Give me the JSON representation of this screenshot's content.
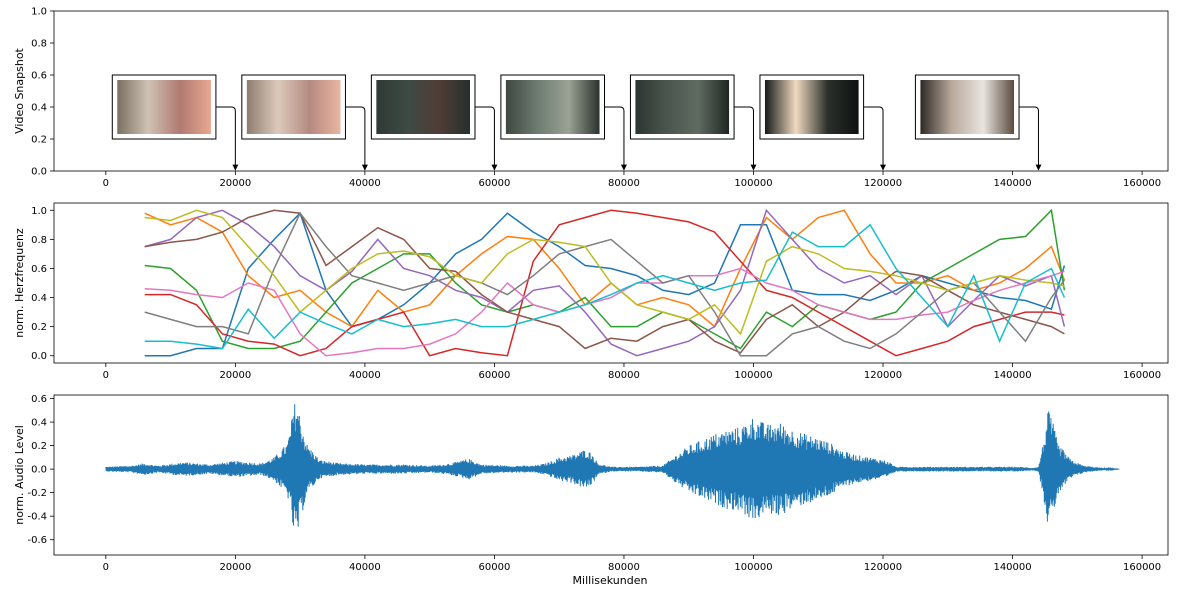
{
  "figure": {
    "xaxis_label": "Millisekunden"
  },
  "chart_data": [
    {
      "type": "timeline",
      "ylabel": "Video Snapshot",
      "xlim": [
        -8000,
        164000
      ],
      "ylim": [
        0,
        1.0
      ],
      "xticks": [
        0,
        20000,
        40000,
        60000,
        80000,
        100000,
        120000,
        140000,
        160000
      ],
      "yticks": [
        0.0,
        0.2,
        0.4,
        0.6,
        0.8,
        1.0
      ],
      "snapshots": [
        {
          "x0": 1000,
          "x1": 17000,
          "arrow_x": 20000,
          "palette": [
            "#7a7060",
            "#cfc2b4",
            "#b07a70",
            "#e8a890"
          ]
        },
        {
          "x0": 21000,
          "x1": 37000,
          "arrow_x": 40000,
          "palette": [
            "#8d7c70",
            "#dcc9bb",
            "#b58a80",
            "#e9b5a0"
          ]
        },
        {
          "x0": 41000,
          "x1": 57000,
          "arrow_x": 60000,
          "palette": [
            "#2f3a36",
            "#3d4a44",
            "#503c36",
            "#24302c"
          ]
        },
        {
          "x0": 61000,
          "x1": 77000,
          "arrow_x": 80000,
          "palette": [
            "#3e4840",
            "#6d7b70",
            "#9aa294",
            "#2a332e"
          ]
        },
        {
          "x0": 81000,
          "x1": 97000,
          "arrow_x": 100000,
          "palette": [
            "#2c3530",
            "#4a554d",
            "#5f6a60",
            "#1f2723"
          ]
        },
        {
          "x0": 101000,
          "x1": 117000,
          "arrow_x": 120000,
          "palette": [
            "#151a18",
            "#f0d9c0",
            "#2a2f2b",
            "#0d1110"
          ]
        },
        {
          "x0": 125000,
          "x1": 141000,
          "arrow_x": 144000,
          "palette": [
            "#2e2a26",
            "#b8a89a",
            "#e8e4e0",
            "#5a4a3e"
          ]
        }
      ]
    },
    {
      "type": "line",
      "ylabel": "norm. Herzfrequenz",
      "xlim": [
        -8000,
        164000
      ],
      "ylim": [
        -0.05,
        1.05
      ],
      "xticks": [
        0,
        20000,
        40000,
        60000,
        80000,
        100000,
        120000,
        140000,
        160000
      ],
      "yticks": [
        0.0,
        0.2,
        0.4,
        0.6,
        0.8,
        1.0
      ],
      "x": [
        6000,
        10000,
        14000,
        18000,
        22000,
        26000,
        30000,
        34000,
        38000,
        42000,
        46000,
        50000,
        54000,
        58000,
        62000,
        66000,
        70000,
        74000,
        78000,
        82000,
        86000,
        90000,
        94000,
        98000,
        102000,
        106000,
        110000,
        114000,
        118000,
        122000,
        126000,
        130000,
        134000,
        138000,
        142000,
        146000,
        148000
      ],
      "series": [
        {
          "color": "#1f77b4",
          "values": [
            0.0,
            0.0,
            0.05,
            0.05,
            0.6,
            0.8,
            0.98,
            0.45,
            0.2,
            0.25,
            0.35,
            0.5,
            0.7,
            0.8,
            0.98,
            0.85,
            0.75,
            0.62,
            0.6,
            0.55,
            0.45,
            0.42,
            0.5,
            0.9,
            0.9,
            0.45,
            0.42,
            0.42,
            0.38,
            0.45,
            0.55,
            0.5,
            0.45,
            0.4,
            0.38,
            0.32,
            0.62
          ]
        },
        {
          "color": "#ff7f0e",
          "values": [
            0.98,
            0.9,
            0.95,
            0.85,
            0.55,
            0.4,
            0.45,
            0.3,
            0.2,
            0.45,
            0.3,
            0.35,
            0.55,
            0.7,
            0.82,
            0.8,
            0.6,
            0.35,
            0.5,
            0.35,
            0.4,
            0.35,
            0.2,
            0.6,
            0.95,
            0.8,
            0.95,
            1.0,
            0.7,
            0.5,
            0.5,
            0.55,
            0.45,
            0.5,
            0.6,
            0.75,
            0.52
          ]
        },
        {
          "color": "#2ca02c",
          "values": [
            0.62,
            0.6,
            0.45,
            0.1,
            0.05,
            0.05,
            0.1,
            0.3,
            0.5,
            0.6,
            0.7,
            0.7,
            0.5,
            0.35,
            0.3,
            0.35,
            0.3,
            0.4,
            0.2,
            0.2,
            0.3,
            0.25,
            0.15,
            0.05,
            0.3,
            0.2,
            0.35,
            0.3,
            0.25,
            0.3,
            0.5,
            0.6,
            0.7,
            0.8,
            0.82,
            1.0,
            0.45
          ]
        },
        {
          "color": "#d62728",
          "values": [
            0.42,
            0.42,
            0.35,
            0.15,
            0.1,
            0.08,
            0.0,
            0.05,
            0.2,
            0.25,
            0.3,
            0.0,
            0.05,
            0.02,
            0.0,
            0.65,
            0.9,
            0.95,
            1.0,
            0.98,
            0.95,
            0.92,
            0.85,
            0.65,
            0.45,
            0.4,
            0.3,
            0.2,
            0.1,
            0.0,
            0.05,
            0.1,
            0.2,
            0.25,
            0.3,
            0.3,
            0.28
          ]
        },
        {
          "color": "#9467bd",
          "values": [
            0.75,
            0.8,
            0.95,
            1.0,
            0.9,
            0.75,
            0.55,
            0.45,
            0.58,
            0.8,
            0.6,
            0.55,
            0.45,
            0.4,
            0.3,
            0.45,
            0.48,
            0.3,
            0.08,
            0.0,
            0.05,
            0.1,
            0.2,
            0.45,
            1.0,
            0.8,
            0.6,
            0.5,
            0.55,
            0.42,
            0.55,
            0.2,
            0.38,
            0.55,
            0.48,
            0.55,
            0.2
          ]
        },
        {
          "color": "#8c564b",
          "values": [
            0.75,
            0.78,
            0.8,
            0.85,
            0.95,
            1.0,
            0.98,
            0.62,
            0.75,
            0.88,
            0.8,
            0.6,
            0.58,
            0.42,
            0.3,
            0.25,
            0.2,
            0.05,
            0.12,
            0.1,
            0.2,
            0.25,
            0.1,
            0.02,
            0.25,
            0.35,
            0.2,
            0.3,
            0.45,
            0.58,
            0.55,
            0.45,
            0.35,
            0.3,
            0.25,
            0.2,
            0.15
          ]
        },
        {
          "color": "#e377c2",
          "values": [
            0.46,
            0.45,
            0.42,
            0.4,
            0.5,
            0.45,
            0.15,
            0.0,
            0.02,
            0.05,
            0.05,
            0.08,
            0.15,
            0.3,
            0.5,
            0.35,
            0.3,
            0.35,
            0.4,
            0.5,
            0.5,
            0.55,
            0.55,
            0.6,
            0.5,
            0.45,
            0.35,
            0.3,
            0.25,
            0.25,
            0.28,
            0.3,
            0.38,
            0.45,
            0.5,
            0.55,
            0.58
          ]
        },
        {
          "color": "#7f7f7f",
          "values": [
            0.3,
            0.25,
            0.2,
            0.2,
            0.15,
            0.6,
            0.98,
            0.75,
            0.55,
            0.5,
            0.45,
            0.5,
            0.55,
            0.5,
            0.42,
            0.55,
            0.7,
            0.75,
            0.8,
            0.65,
            0.5,
            0.55,
            0.3,
            0.0,
            0.0,
            0.15,
            0.2,
            0.1,
            0.05,
            0.15,
            0.3,
            0.45,
            0.5,
            0.3,
            0.1,
            0.4,
            0.52
          ]
        },
        {
          "color": "#bcbd22",
          "values": [
            0.95,
            0.93,
            1.0,
            0.95,
            0.75,
            0.55,
            0.3,
            0.45,
            0.6,
            0.7,
            0.72,
            0.68,
            0.55,
            0.5,
            0.7,
            0.8,
            0.78,
            0.75,
            0.5,
            0.35,
            0.3,
            0.25,
            0.35,
            0.15,
            0.65,
            0.75,
            0.7,
            0.6,
            0.58,
            0.55,
            0.5,
            0.45,
            0.5,
            0.55,
            0.52,
            0.5,
            0.48
          ]
        },
        {
          "color": "#17becf",
          "values": [
            0.1,
            0.1,
            0.08,
            0.05,
            0.32,
            0.12,
            0.3,
            0.22,
            0.15,
            0.25,
            0.2,
            0.22,
            0.25,
            0.2,
            0.2,
            0.25,
            0.3,
            0.35,
            0.42,
            0.5,
            0.55,
            0.5,
            0.45,
            0.5,
            0.52,
            0.85,
            0.75,
            0.75,
            0.9,
            0.6,
            0.4,
            0.2,
            0.55,
            0.1,
            0.5,
            0.6,
            0.4
          ]
        }
      ]
    },
    {
      "type": "line",
      "ylabel": "norm. Audio Level",
      "xlabel": "Millisekunden",
      "xlim": [
        -8000,
        164000
      ],
      "ylim": [
        -0.73,
        0.63
      ],
      "xticks": [
        0,
        20000,
        40000,
        60000,
        80000,
        100000,
        120000,
        140000,
        160000
      ],
      "yticks": [
        -0.6,
        -0.4,
        -0.2,
        0.0,
        0.2,
        0.4,
        0.6
      ],
      "color": "#1f77b4",
      "envelope": {
        "x": [
          0,
          4000,
          6000,
          8000,
          12000,
          16000,
          20000,
          24000,
          26000,
          28000,
          28500,
          29000,
          29500,
          30000,
          31000,
          33000,
          36000,
          40000,
          43000,
          46000,
          50000,
          52000,
          54000,
          56000,
          58000,
          62000,
          66000,
          68000,
          70000,
          72000,
          74000,
          75000,
          76000,
          78000,
          82000,
          86000,
          88000,
          90000,
          92000,
          94000,
          96000,
          98000,
          100000,
          102000,
          104000,
          106000,
          108000,
          110000,
          112000,
          114000,
          116000,
          118000,
          120000,
          121000,
          122000,
          126000,
          130000,
          134000,
          138000,
          141000,
          143000,
          144000,
          144800,
          145500,
          146000,
          147000,
          149000,
          151000,
          154000,
          156500
        ],
        "amp": [
          0.02,
          0.03,
          0.05,
          0.03,
          0.06,
          0.04,
          0.07,
          0.05,
          0.1,
          0.22,
          0.35,
          0.55,
          0.6,
          0.45,
          0.22,
          0.08,
          0.05,
          0.04,
          0.04,
          0.04,
          0.03,
          0.04,
          0.06,
          0.09,
          0.04,
          0.03,
          0.03,
          0.05,
          0.1,
          0.12,
          0.17,
          0.14,
          0.05,
          0.02,
          0.02,
          0.03,
          0.12,
          0.2,
          0.25,
          0.3,
          0.34,
          0.36,
          0.45,
          0.38,
          0.4,
          0.34,
          0.3,
          0.27,
          0.22,
          0.15,
          0.12,
          0.1,
          0.08,
          0.06,
          0.02,
          0.02,
          0.02,
          0.02,
          0.02,
          0.02,
          0.01,
          0.02,
          0.25,
          0.5,
          0.45,
          0.22,
          0.08,
          0.03,
          0.01,
          0.0
        ]
      }
    }
  ]
}
